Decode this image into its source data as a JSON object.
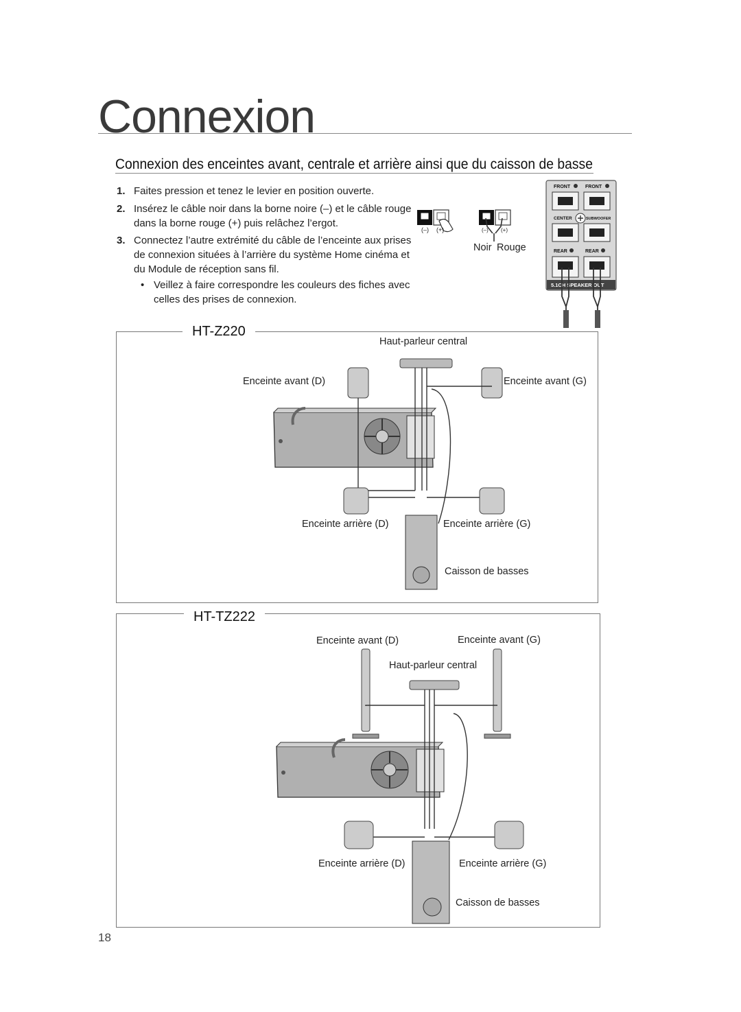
{
  "page": {
    "title": "Connexion",
    "section_heading": "Connexion des enceintes avant, centrale et arrière ainsi que du caisson de basse",
    "page_number": "18"
  },
  "steps": [
    {
      "number": "1.",
      "text": "Faites pression et tenez le levier en position ouverte."
    },
    {
      "number": "2.",
      "text": "Insérez le câble noir dans la borne noire (–) et le câble rouge dans la borne rouge (+) puis relâchez l’ergot."
    },
    {
      "number": "3.",
      "text": "Connectez l’autre extrémité du câble de l’enceinte aux prises de connexion situées à l’arrière du système Home cinéma et du Module de réception sans fil."
    }
  ],
  "bullet": {
    "symbol": "•",
    "text": "Veillez à faire correspondre les couleurs des fiches avec celles des prises de connexion."
  },
  "terminal_figure": {
    "minus": "(–)",
    "plus": "(+)",
    "noir": "Noir",
    "rouge": "Rouge",
    "panel_labels": {
      "front_left": "FRONT",
      "front_right": "FRONT",
      "center": "CENTER",
      "subwoofer": "SUBWOOFER",
      "rear_left": "REAR",
      "rear_right": "REAR",
      "speaker_out": "5.1CH SPEAKER OUT"
    }
  },
  "diagram_z220": {
    "model": "HT-Z220",
    "center_label": "Haut-parleur central",
    "front_right_label": "Enceinte avant (D)",
    "front_left_label": "Enceinte avant (G)",
    "rear_right_label": "Enceinte arrière (D)",
    "rear_left_label": "Enceinte arrière (G)",
    "subwoofer_label": "Caisson de basses"
  },
  "diagram_tz222": {
    "model": "HT-TZ222",
    "front_right_label": "Enceinte avant (D)",
    "front_left_label": "Enceinte avant (G)",
    "center_label": "Haut-parleur central",
    "rear_right_label": "Enceinte arrière (D)",
    "rear_left_label": "Enceinte arrière (G)",
    "subwoofer_label": "Caisson de basses"
  }
}
